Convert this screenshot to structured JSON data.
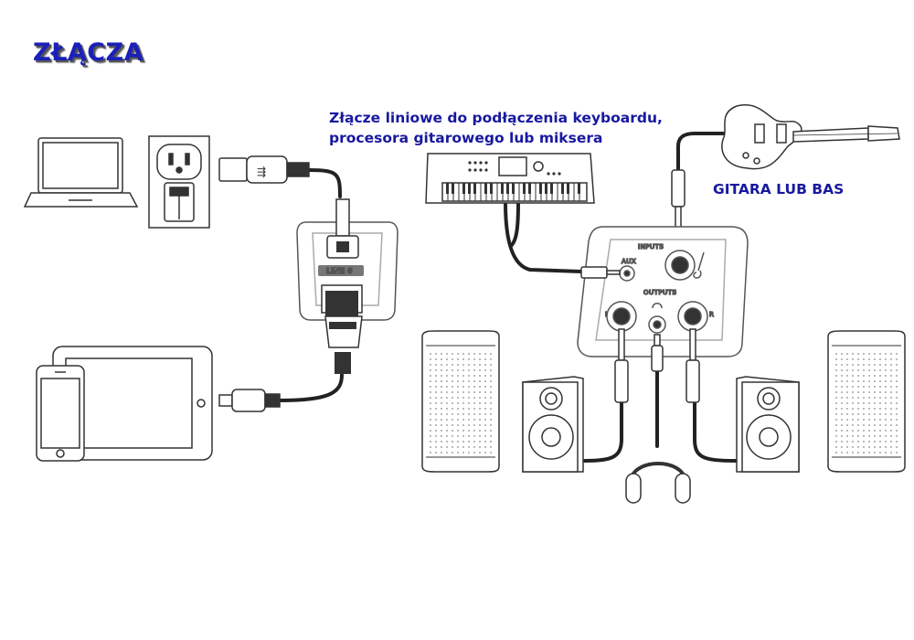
{
  "title": "ZŁĄCZA",
  "labels": {
    "keyboard_line1": "Złącze liniowe do podłączenia keyboardu,",
    "keyboard_line2": "procesora gitarowego lub miksera",
    "guitar": "GITARA LUB BAS"
  },
  "device_panel": {
    "brand": "LINE 6",
    "inputs": "INPUTS",
    "outputs": "OUTPUTS",
    "aux": "AUX",
    "left": "L",
    "right": "R"
  },
  "colors": {
    "title": "#1a20b8",
    "labels": "#1818a0",
    "cable": "#222222",
    "outline": "#333333"
  },
  "icons": [
    "laptop-icon",
    "wall-outlet-icon",
    "usb-plug-icon",
    "interface-icon",
    "tablet-icon",
    "phone-icon",
    "lightning-plug-icon",
    "keyboard-icon",
    "guitar-icon",
    "speaker-icon",
    "studio-monitor-icon",
    "headphones-icon",
    "jack-plug-icon"
  ]
}
